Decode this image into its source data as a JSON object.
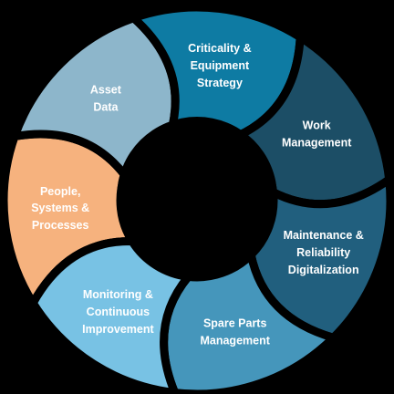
{
  "diagram": {
    "background": "#000000",
    "hub_color": "#000000",
    "gap_color": "#000000",
    "segments": [
      {
        "id": "people",
        "lines": [
          "People,",
          "Systems &",
          "Processes"
        ],
        "color": "#F6B27E"
      },
      {
        "id": "asset-data",
        "lines": [
          "Asset",
          "Data"
        ],
        "color": "#8DB6CB"
      },
      {
        "id": "criticality",
        "lines": [
          "Criticality &",
          "Equipment",
          "Strategy"
        ],
        "color": "#0E7BA3"
      },
      {
        "id": "work-management",
        "lines": [
          "Work",
          "Management"
        ],
        "color": "#1C4E66"
      },
      {
        "id": "digitalization",
        "lines": [
          "Maintenance &",
          "Reliability",
          "Digitalization"
        ],
        "color": "#215F7E"
      },
      {
        "id": "spare-parts",
        "lines": [
          "Spare Parts",
          "Management"
        ],
        "color": "#4596BB"
      },
      {
        "id": "monitoring",
        "lines": [
          "Monitoring &",
          "Continuous",
          "Improvement"
        ],
        "color": "#78C2E4"
      }
    ]
  }
}
